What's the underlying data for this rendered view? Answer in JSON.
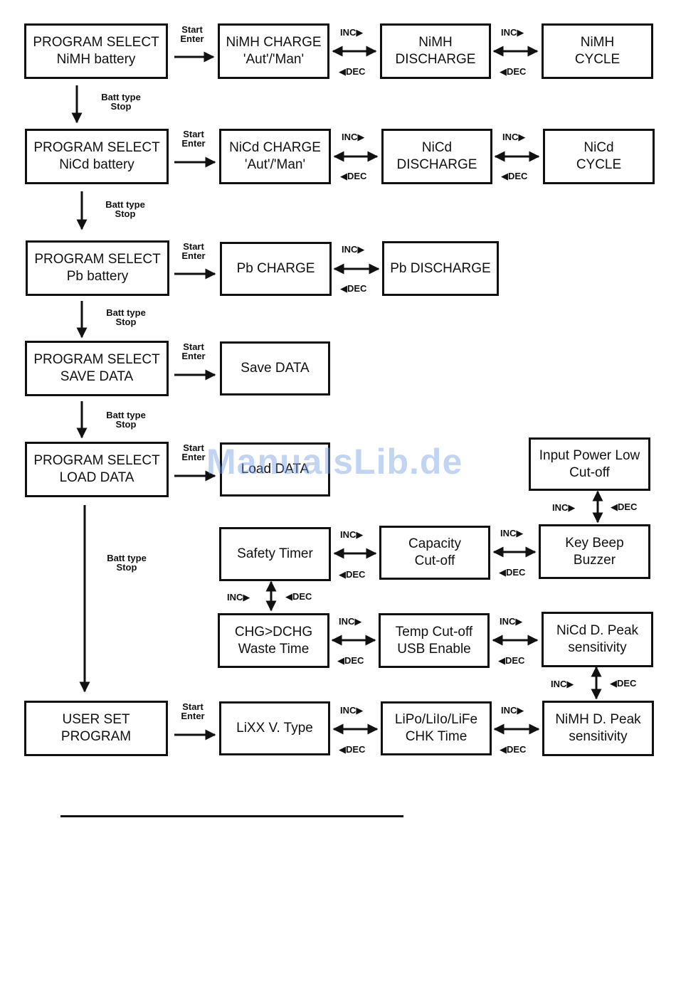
{
  "boxes": {
    "ps_nimh": {
      "l1": "PROGRAM SELECT",
      "l2": "NiMH battery"
    },
    "nimh_chg": {
      "l1": "NiMH CHARGE",
      "l2": "'Aut'/'Man'"
    },
    "nimh_dis": {
      "l1": "NiMH",
      "l2": "DISCHARGE"
    },
    "nimh_cyc": {
      "l1": "NiMH",
      "l2": "CYCLE"
    },
    "ps_nicd": {
      "l1": "PROGRAM SELECT",
      "l2": "NiCd battery"
    },
    "nicd_chg": {
      "l1": "NiCd CHARGE",
      "l2": "'Aut'/'Man'"
    },
    "nicd_dis": {
      "l1": "NiCd",
      "l2": "DISCHARGE"
    },
    "nicd_cyc": {
      "l1": "NiCd",
      "l2": "CYCLE"
    },
    "ps_pb": {
      "l1": "PROGRAM SELECT",
      "l2": "Pb battery"
    },
    "pb_chg": {
      "l1": "Pb CHARGE"
    },
    "pb_dis": {
      "l1": "Pb DISCHARGE"
    },
    "ps_save": {
      "l1": "PROGRAM SELECT",
      "l2": "SAVE DATA"
    },
    "save_data": {
      "l1": "Save DATA"
    },
    "ps_load": {
      "l1": "PROGRAM SELECT",
      "l2": "LOAD DATA"
    },
    "load_data": {
      "l1": "Load DATA"
    },
    "input_power": {
      "l1": "Input Power Low",
      "l2": "Cut-off"
    },
    "safety_timer": {
      "l1": "Safety Timer"
    },
    "capacity": {
      "l1": "Capacity",
      "l2": "Cut-off"
    },
    "key_beep": {
      "l1": "Key Beep",
      "l2": "Buzzer"
    },
    "chg_dchg": {
      "l1": "CHG>DCHG",
      "l2": "Waste Time"
    },
    "temp_cut": {
      "l1": "Temp Cut-off",
      "l2": "USB Enable"
    },
    "nicd_peak": {
      "l1": "NiCd D. Peak",
      "l2": "sensitivity"
    },
    "user_set": {
      "l1": "USER SET",
      "l2": "PROGRAM"
    },
    "lixx": {
      "l1": "LiXX V. Type"
    },
    "lipo_chk": {
      "l1": "LiPo/LiIo/LiFe",
      "l2": "CHK Time"
    },
    "nimh_peak": {
      "l1": "NiMH D. Peak",
      "l2": "sensitivity"
    }
  },
  "labels": {
    "start": "Start",
    "enter": "Enter",
    "batt_type": "Batt type",
    "stop": "Stop",
    "inc": "INC",
    "dec": "DEC",
    "inc_arrow": "▶",
    "dec_arrow": "◀"
  },
  "watermark": "ManualsLib.de",
  "colors": {
    "line": "#111111",
    "watermark": "#7aa0e6"
  }
}
